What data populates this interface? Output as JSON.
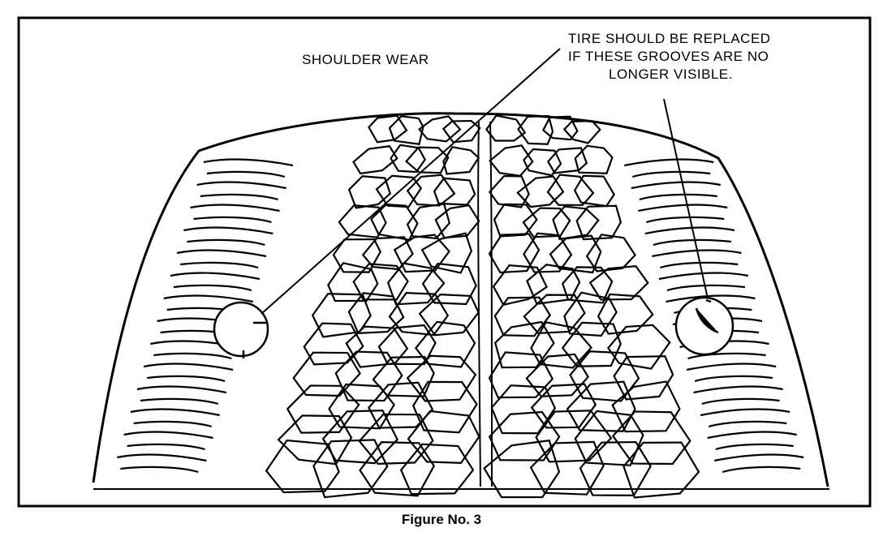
{
  "labels": {
    "shoulder_wear": "SHOULDER WEAR",
    "replace_line1": "TIRE SHOULD BE REPLACED",
    "replace_line2": "IF THESE GROOVES ARE NO",
    "replace_line3": "LONGER VISIBLE."
  },
  "caption": "Figure No. 3",
  "colors": {
    "ink": "#000000",
    "paper": "#ffffff"
  }
}
